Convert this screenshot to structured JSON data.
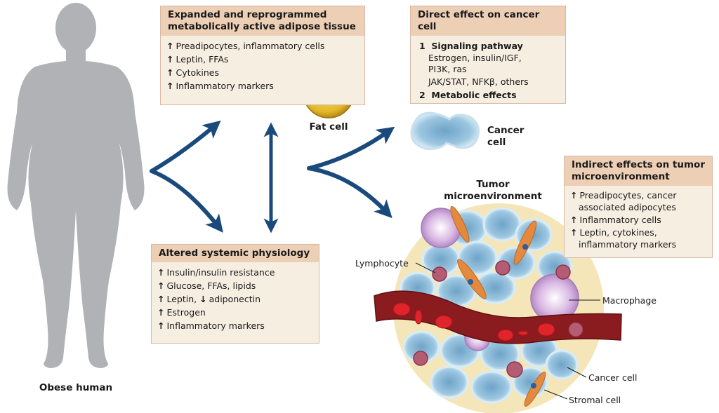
{
  "figure": {
    "human_label": "Obese human",
    "fat_cell_label": "Fat cell",
    "cancer_cell_label": [
      "Cancer",
      "cell"
    ],
    "tumor_label": [
      "Tumor",
      "microenvironment"
    ],
    "callouts": {
      "lymphocyte": "Lymphocyte",
      "macrophage": "Macrophage",
      "cancer_cell": "Cancer cell",
      "stromal_cell": "Stromal cell"
    },
    "colors": {
      "arrow": "#1a4a7c",
      "silhouette": "#b1b2b6",
      "box_bg": "#f7eee2",
      "box_header": "#edcfb6",
      "box_border": "#d9b9a4",
      "vessel": "#8a1c1f",
      "cancer_cell": "#a9d0e6",
      "tumor_halo": "#f4e6b8"
    }
  },
  "boxes": {
    "adipose": {
      "title": [
        "Expanded and reprogrammed",
        "metabolically active adipose tissue"
      ],
      "items": [
        {
          "dir": "up",
          "text": "Preadipocytes, inflammatory cells"
        },
        {
          "dir": "up",
          "text": "Leptin, FFAs"
        },
        {
          "dir": "up",
          "text": "Cytokines"
        },
        {
          "dir": "up",
          "text": "Inflammatory markers"
        }
      ]
    },
    "direct": {
      "title": "Direct effect on cancer cell",
      "items": [
        {
          "num": "1",
          "text": "Signaling pathway"
        },
        {
          "sub": "Estrogen, insulin/IGF,"
        },
        {
          "sub": "PI3K, ras"
        },
        {
          "sub": "JAK/STAT, NFKβ, others"
        },
        {
          "num": "2",
          "text": "Metabolic effects"
        }
      ]
    },
    "indirect": {
      "title": [
        "Indirect effects on tumor",
        "microenvironment"
      ],
      "items": [
        {
          "dir": "up",
          "text": "Preadipocytes, cancer",
          "cont": "associated adipocytes"
        },
        {
          "dir": "up",
          "text": "Inflammatory cells"
        },
        {
          "dir": "up",
          "text": "Leptin, cytokines,",
          "cont": "inflammatory markers"
        }
      ]
    },
    "systemic": {
      "title": "Altered systemic physiology",
      "items": [
        {
          "dir": "up",
          "text": "Insulin/insulin resistance"
        },
        {
          "dir": "up",
          "text": "Glucose, FFAs, lipids"
        },
        {
          "dir": "up",
          "text": "Leptin, ",
          "dir2": "down",
          "text2": "adiponectin"
        },
        {
          "dir": "up",
          "text": "Estrogen"
        },
        {
          "dir": "up",
          "text": "Inflammatory markers"
        }
      ]
    }
  },
  "glyphs": {
    "up": "↑",
    "down": "↓"
  }
}
